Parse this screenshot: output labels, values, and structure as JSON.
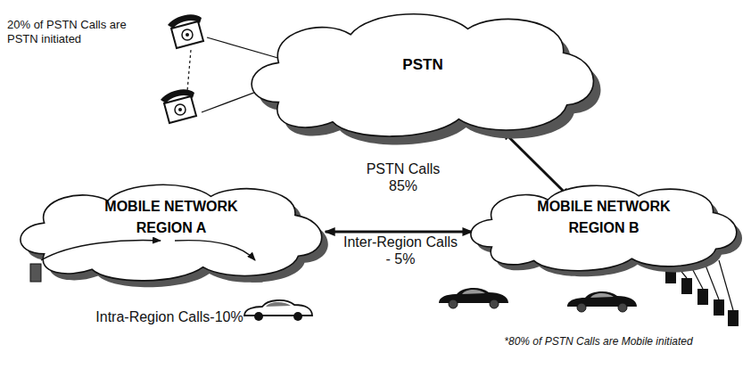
{
  "diagram": {
    "nodes": [
      {
        "text": [
          "PSTN"
        ]
      },
      {
        "text": [
          "MOBILE NETWORK REGION A"
        ]
      },
      {
        "text": [
          "MOBILE NETWORK REGION B"
        ]
      }
    ],
    "edges": [
      {
        "from": 0,
        "to": 2,
        "arrow": "both"
      },
      {
        "from": 1,
        "to": 2,
        "arrow": "both"
      }
    ],
    "labels": [
      "20% of PSTN Calls are PSTN initiated",
      "PSTN Calls 85%",
      "Inter-Region Calls - 5%",
      "Intra-Region Calls-10%",
      "*80% of PSTN Calls are Mobile initiated"
    ]
  }
}
